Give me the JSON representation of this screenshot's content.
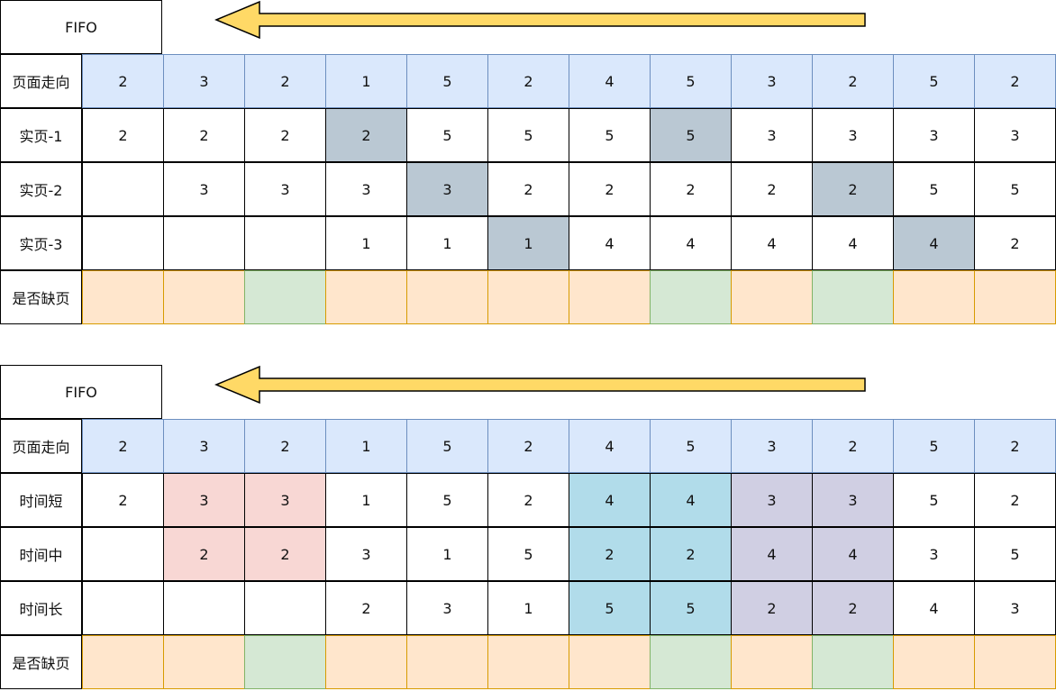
{
  "colors": {
    "header_bg": "#dae8fc",
    "header_border": "#6c8ebf",
    "victim_bg": "#bac8d3",
    "fault_bg": "#ffe6cc",
    "fault_border": "#d79b00",
    "hit_bg": "#d5e8d4",
    "hit_border": "#82b366",
    "red_bg": "#f8d7d4",
    "blue_bg": "#b1dcea",
    "purple_bg": "#d0cfe3",
    "arrow_fill": "#ffd966",
    "arrow_stroke": "#000000"
  },
  "panels": [
    {
      "title": "FIFO",
      "rows": [
        {
          "label": "页面走向",
          "kind": "header",
          "cells": [
            "2",
            "3",
            "2",
            "1",
            "5",
            "2",
            "4",
            "5",
            "3",
            "2",
            "5",
            "2"
          ]
        },
        {
          "label": "实页-1",
          "kind": "normal",
          "cells": [
            "2",
            "2",
            "2",
            "2",
            "5",
            "5",
            "5",
            "5",
            "3",
            "3",
            "3",
            "3"
          ],
          "hl": [
            "",
            "",
            "",
            "victim",
            "",
            "",
            "",
            "victim",
            "",
            "",
            "",
            ""
          ]
        },
        {
          "label": "实页-2",
          "kind": "normal",
          "cells": [
            "",
            "3",
            "3",
            "3",
            "3",
            "2",
            "2",
            "2",
            "2",
            "2",
            "5",
            "5"
          ],
          "hl": [
            "",
            "",
            "",
            "",
            "victim",
            "",
            "",
            "",
            "",
            "victim",
            "",
            ""
          ]
        },
        {
          "label": "实页-3",
          "kind": "normal",
          "cells": [
            "",
            "",
            "",
            "1",
            "1",
            "1",
            "4",
            "4",
            "4",
            "4",
            "4",
            "2"
          ],
          "hl": [
            "",
            "",
            "",
            "",
            "",
            "victim",
            "",
            "",
            "",
            "",
            "victim",
            ""
          ]
        },
        {
          "label": "是否缺页",
          "kind": "fault",
          "cells": [
            "",
            "",
            "",
            "",
            "",
            "",
            "",
            "",
            "",
            "",
            "",
            ""
          ],
          "hl": [
            "fault",
            "fault",
            "hit",
            "fault",
            "fault",
            "fault",
            "fault",
            "hit",
            "fault",
            "hit",
            "fault",
            "fault"
          ]
        }
      ]
    },
    {
      "title": "FIFO",
      "rows": [
        {
          "label": "页面走向",
          "kind": "header",
          "cells": [
            "2",
            "3",
            "2",
            "1",
            "5",
            "2",
            "4",
            "5",
            "3",
            "2",
            "5",
            "2"
          ]
        },
        {
          "label": "时间短",
          "kind": "normal",
          "cells": [
            "2",
            "3",
            "3",
            "1",
            "5",
            "2",
            "4",
            "4",
            "3",
            "3",
            "5",
            "2"
          ],
          "hl": [
            "",
            "red",
            "red",
            "",
            "",
            "",
            "blue",
            "blue",
            "purple",
            "purple",
            "",
            ""
          ]
        },
        {
          "label": "时间中",
          "kind": "normal",
          "cells": [
            "",
            "2",
            "2",
            "3",
            "1",
            "5",
            "2",
            "2",
            "4",
            "4",
            "3",
            "5"
          ],
          "hl": [
            "",
            "red",
            "red",
            "",
            "",
            "",
            "blue",
            "blue",
            "purple",
            "purple",
            "",
            ""
          ]
        },
        {
          "label": "时间长",
          "kind": "normal",
          "cells": [
            "",
            "",
            "",
            "2",
            "3",
            "1",
            "5",
            "5",
            "2",
            "2",
            "4",
            "3"
          ],
          "hl": [
            "",
            "",
            "",
            "",
            "",
            "",
            "blue",
            "blue",
            "purple",
            "purple",
            "",
            ""
          ]
        },
        {
          "label": "是否缺页",
          "kind": "fault",
          "cells": [
            "",
            "",
            "",
            "",
            "",
            "",
            "",
            "",
            "",
            "",
            "",
            ""
          ],
          "hl": [
            "fault",
            "fault",
            "hit",
            "fault",
            "fault",
            "fault",
            "fault",
            "hit",
            "fault",
            "hit",
            "fault",
            "fault"
          ]
        }
      ]
    }
  ]
}
